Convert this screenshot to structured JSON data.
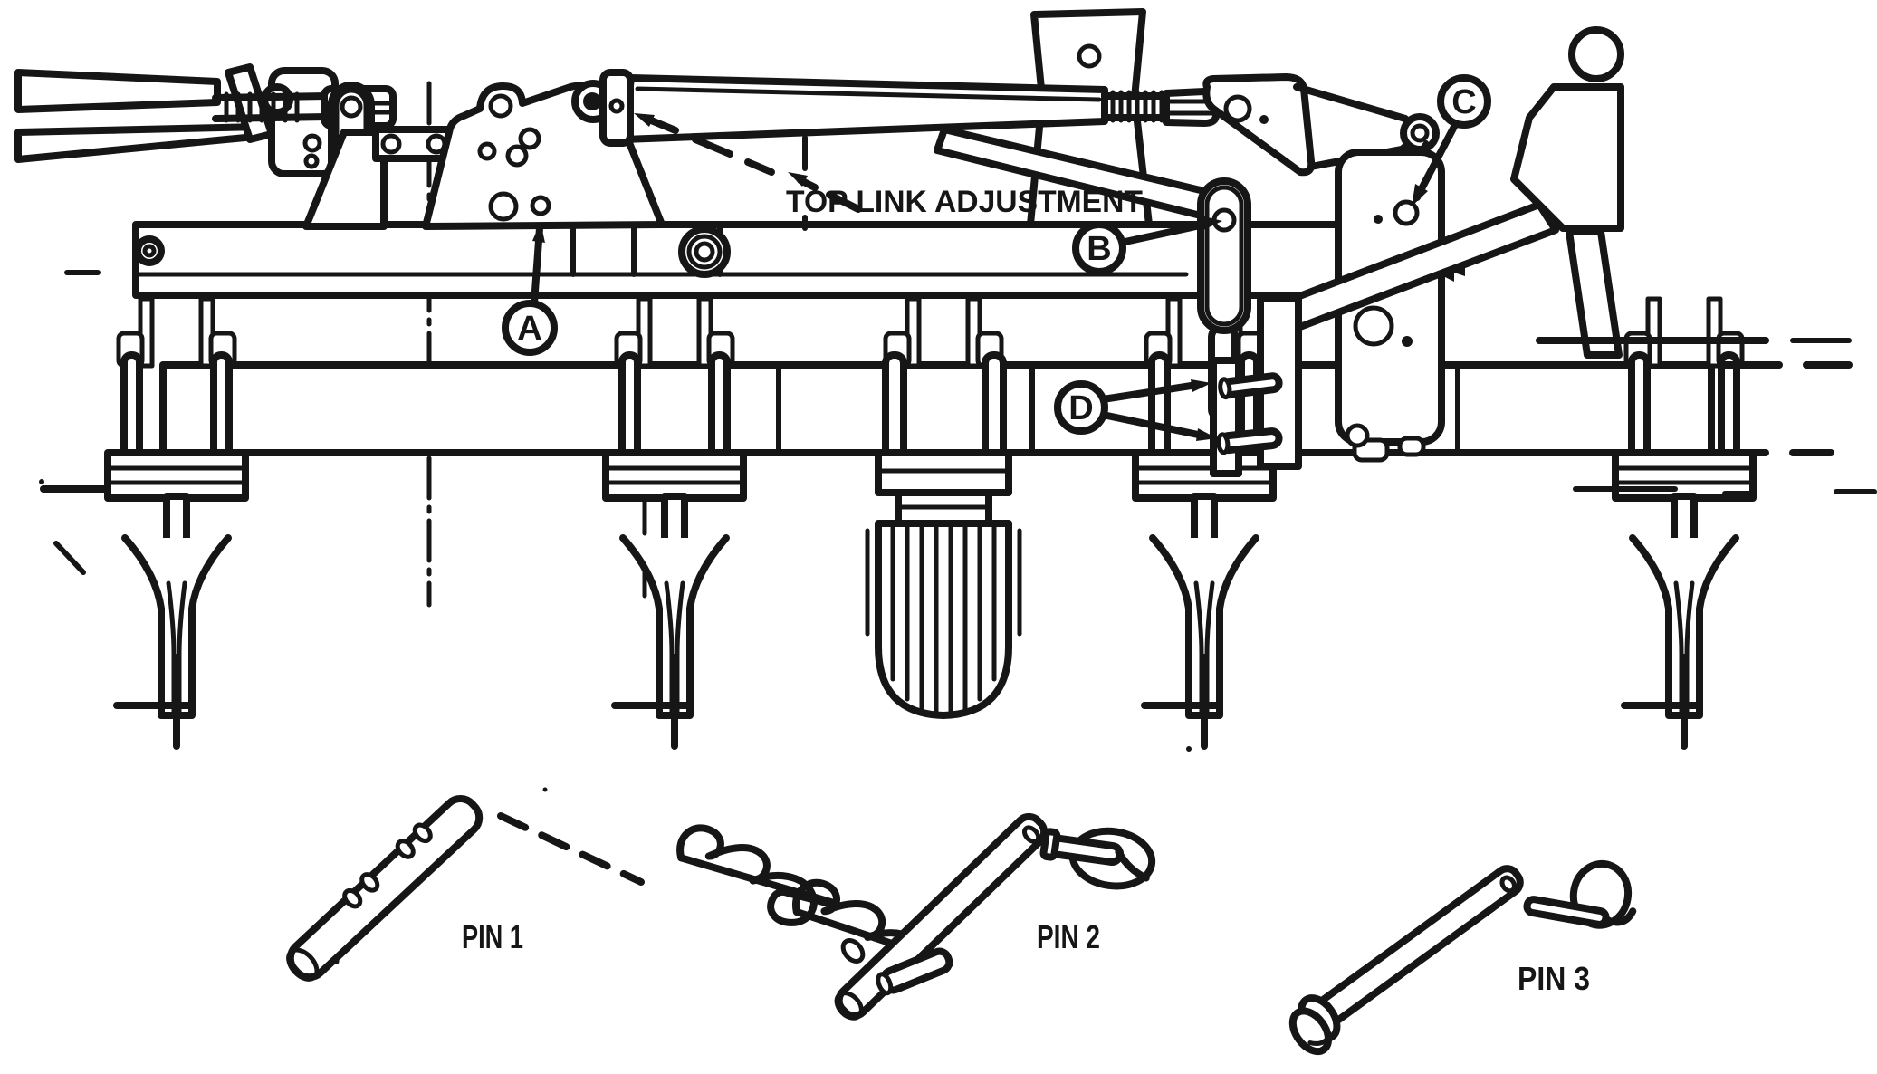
{
  "figure": {
    "kind": "technical-line-diagram",
    "subject": "implement top link adjustment and mounting pins",
    "note_label": "TOP LINK ADJUSTMENT",
    "callouts": [
      {
        "id": "A"
      },
      {
        "id": "B"
      },
      {
        "id": "C"
      },
      {
        "id": "D"
      }
    ],
    "pins": [
      {
        "label": "PIN 1"
      },
      {
        "label": "PIN 2"
      },
      {
        "label": "PIN 3"
      }
    ],
    "colors": {
      "ink": "#161616",
      "paper": "#ffffff"
    }
  }
}
